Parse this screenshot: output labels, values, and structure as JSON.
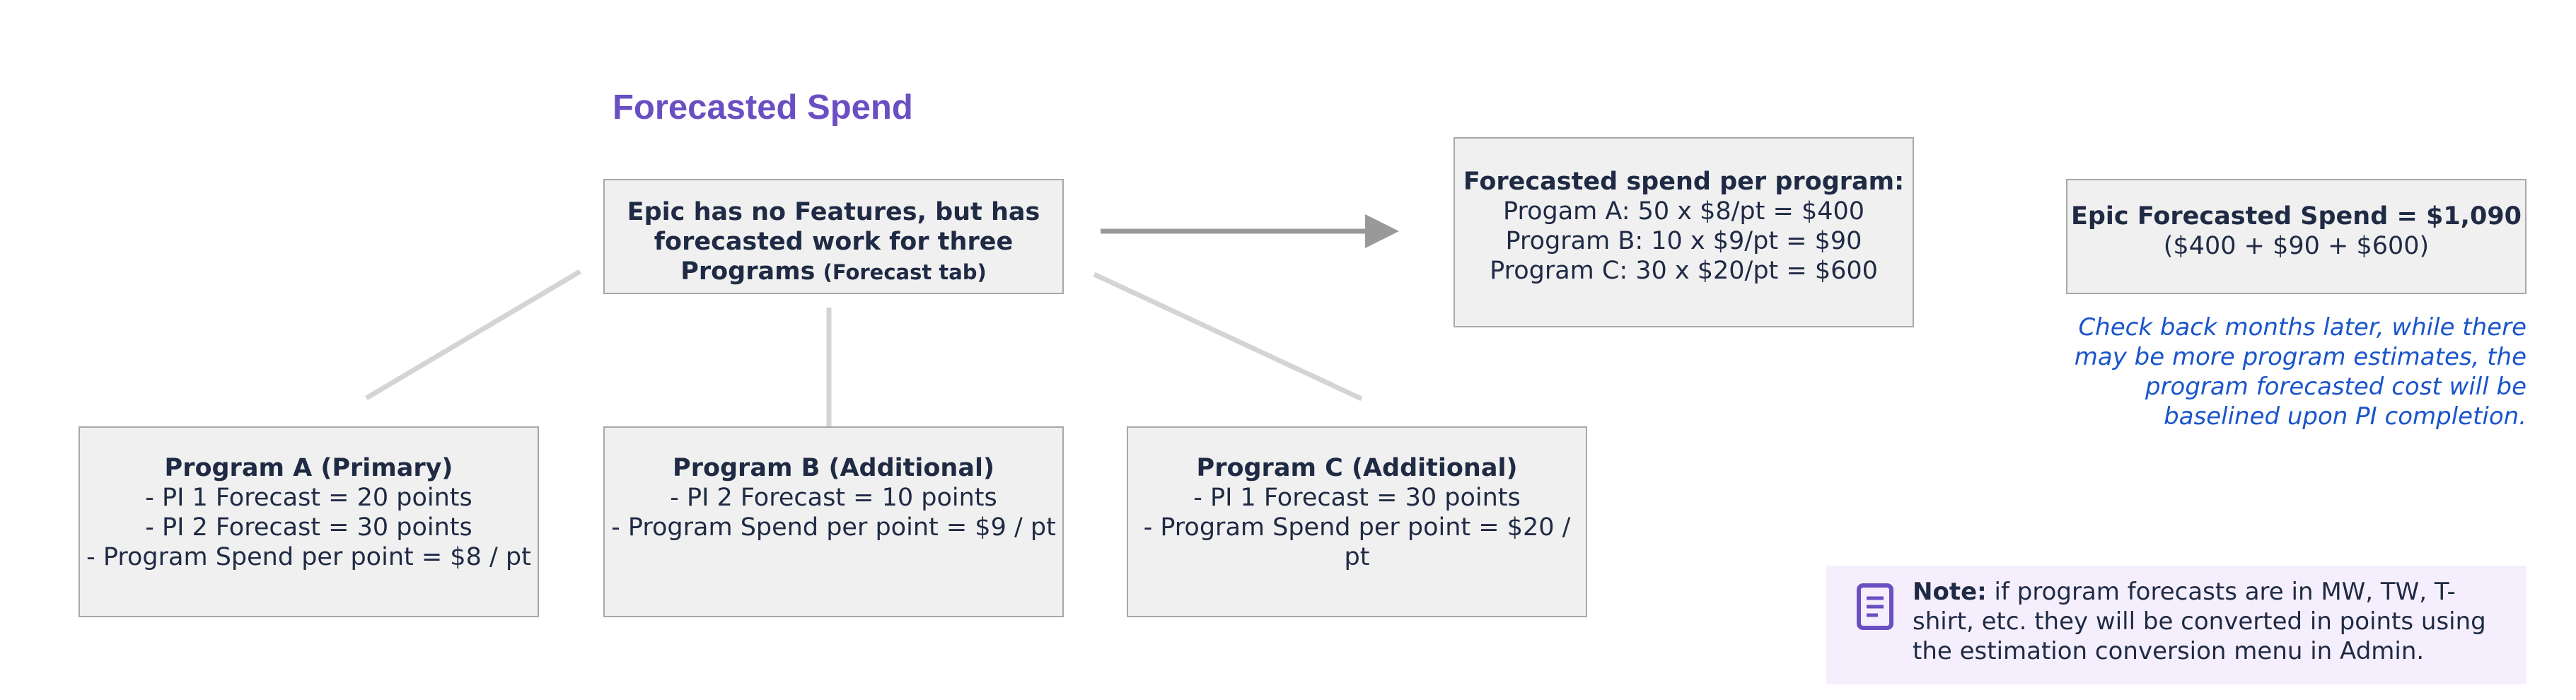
{
  "title": "Forecasted Spend",
  "epic": {
    "line1": "Epic has no Features, but has",
    "line2": "forecasted work for three",
    "line3_main": "Programs",
    "line3_small": "(Forecast tab)"
  },
  "spend_per_program": {
    "heading": "Forecasted spend per program:",
    "lines": [
      "Progam A: 50 x $8/pt = $400",
      "Program B: 10 x $9/pt = $90",
      "Program C: 30 x $20/pt = $600"
    ]
  },
  "epic_total": {
    "heading": "Epic Forecasted Spend = $1,090",
    "formula": "($400 + $90 + $600)"
  },
  "callout": {
    "lines": [
      "Check back months later, while there",
      "may be more program estimates, the",
      "program forecasted cost will be",
      "baselined upon PI completion."
    ]
  },
  "programs": [
    {
      "name": "Program A (Primary)",
      "lines": [
        "- PI 1 Forecast = 20 points",
        "- PI 2 Forecast = 30 points",
        "- Program Spend per point = $8 / pt"
      ]
    },
    {
      "name": "Program B (Additional)",
      "lines": [
        "- PI 2 Forecast = 10 points",
        "- Program Spend per point = $9 / pt"
      ]
    },
    {
      "name": "Program C (Additional)",
      "lines": [
        "- PI 1 Forecast = 30 points",
        "- Program Spend per point = $20 / pt"
      ]
    }
  ],
  "note": {
    "label": "Note:",
    "line1": "if program forecasts are in MW, TW,  T-",
    "line2": "shirt, etc. they will be converted in points using",
    "line3": "the estimation conversion menu in Admin."
  },
  "colors": {
    "title": "#6a4fc2",
    "box_fill": "#f0f0f0",
    "box_border": "#a8a8a8",
    "connector": "#d4d4d4",
    "arrow": "#999999",
    "callout": "#1a55cc",
    "note_bg": "#f5effd",
    "note_icon": "#6a4fc2"
  }
}
